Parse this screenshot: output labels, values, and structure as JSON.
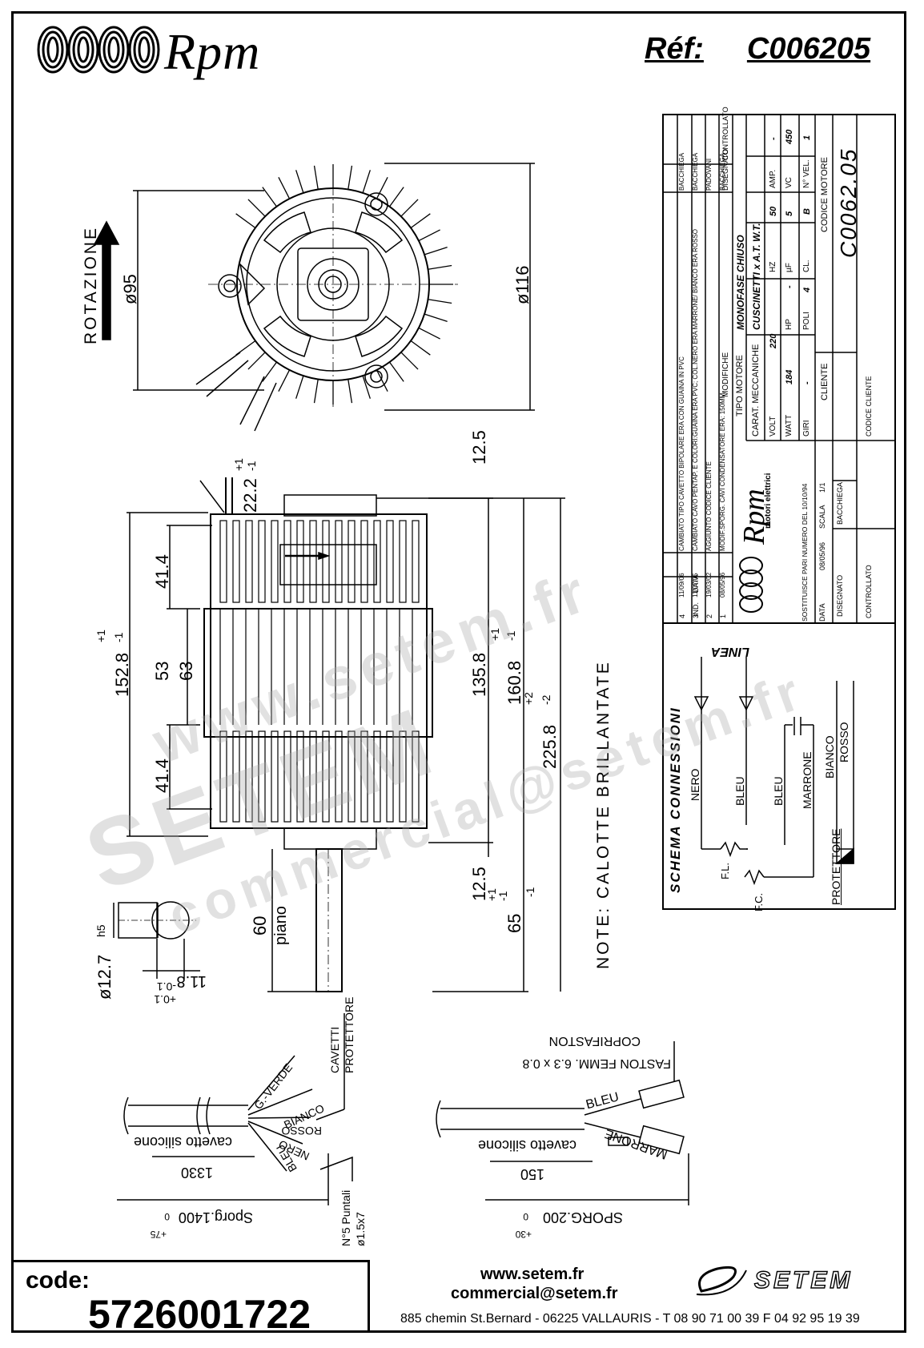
{
  "header": {
    "brand": "Rpm",
    "ref_label": "Réf:",
    "ref_value": "C006205"
  },
  "drawing": {
    "rotation_label": "ROTAZIONE",
    "dim_d95": "ø95",
    "dim_d116": "ø116",
    "dim_12_5_top": "12.5",
    "dim_22_2": "22.2",
    "tol_plus1": "+1",
    "tol_minus1": "-1",
    "dim_41_4_top": "41.4",
    "dim_41_4_bot": "41.4",
    "dim_53": "53",
    "dim_63": "63",
    "dim_152_8": "152.8",
    "dim_135_8": "135.8",
    "dim_160_8": "160.8",
    "dim_225_8": "225.8",
    "tol_plus2": "+2",
    "tol_minus2": "-2",
    "dim_12_5_bot": "12.5",
    "dim_65": "65",
    "dim_60": "60",
    "piano": "piano",
    "note": "NOTE: CALOTTE BRILLANTATE",
    "shaft_dia": "ø12.7",
    "shaft_h5": "h5",
    "shaft_flat": "11.8",
    "tol_minus01": "-0.1",
    "tol_plus01": "+0.1",
    "cable_left_label": "cavetto silicone",
    "cable_left_len": "1330",
    "cable_left_sporg": "Sporg.1400",
    "tol_plus75": "+75",
    "tol_zero": "0",
    "wire_gverde": "G.-VERDE",
    "wire_bianco": "BIANCO",
    "wire_rosso": "ROSSO",
    "wire_nero": "NERO",
    "wire_bleu": "BLEU",
    "cavetti_protettore_1": "CAVETTI",
    "cavetti_protettore_2": "PROTETTORE",
    "puntali_1": "N°5 Puntali",
    "puntali_2": "ø1.5x7",
    "cable_right_label": "cavetto silicone",
    "cable_right_len": "150",
    "cable_right_sporg": "SPORG.200",
    "tol_plus30": "+30",
    "copri_faston": "COPRIFASTON",
    "faston": "FASTON FEMM. 6.3 x 0.8",
    "wire_bleu_r": "BLEU",
    "wire_marrone_r": "MARRONE"
  },
  "schema": {
    "title": "SCHEMA CONNESSIONI",
    "linea": "LINEA",
    "nero": "NERO",
    "bleu1": "BLEU",
    "bleu2": "BLEU",
    "marrone": "MARRONE",
    "bianco": "BIANCO",
    "rosso": "ROSSO",
    "protettore": "PROTETTORE",
    "fl": "F.L.",
    "fc": "F.C."
  },
  "titleblock": {
    "revisions": [
      {
        "n": "4",
        "data": "11/09/06",
        "modifica": "CAMBIATO TIPO CAVETTO BIPOLARE ERA CON GUAINA IN PVC",
        "dis": "BACCHIEGA"
      },
      {
        "n": "3",
        "data": "11/07/05",
        "modifica": "CAMBIATO CAVO PENTAP. E COLORI:GUAINA ERA PVC; COL.NERO ERA MARRONE/ BIANCO ERA ROSSO",
        "dis": "BACCHIEGA"
      },
      {
        "n": "2",
        "data": "19/03/02",
        "modifica": "AGGIUNTO CODICE CLIENTE",
        "dis": "PADOVANI"
      },
      {
        "n": "1",
        "data": "08/05/96",
        "modifica": "MODIF.SPORG. CAVI CONDENSATORE ERA: 150MM",
        "dis": "BACCHIEGA"
      }
    ],
    "head_n": "IND.",
    "head_data": "DATA",
    "head_modifiche": "MODIFICHE",
    "head_disegnato": "DISEGNATO",
    "head_controllato": "CONTROLLATO",
    "brand": "Rpm",
    "brand_sub": "motori elettrici",
    "tipo_label": "TIPO MOTORE",
    "tipo_value": "MONOFASE CHIUSO",
    "carat_label": "CARAT. MECCANICHE",
    "carat_value": "CUSCINETTI x A.T. W.T.",
    "volt_l": "VOLT",
    "volt_v": "220",
    "hz_l": "HZ",
    "hz_v": "50",
    "amp_l": "AMP.",
    "amp_v": "-",
    "watt_l": "WATT",
    "watt_v": "184",
    "hp_l": "HP",
    "hp_v": "-",
    "uf_l": "µF",
    "uf_v": "5",
    "vc_l": "VC",
    "vc_v": "450",
    "giri_l": "GIRI",
    "giri_v": "-",
    "poli_l": "POLI",
    "poli_v": "4",
    "cl_l": "CL.",
    "cl_v": "B",
    "vel_l": "N° VEL.",
    "vel_v": "1",
    "cliente_l": "CLIENTE",
    "codice_motore_l": "CODICE MOTORE",
    "codice_motore_v": "C0062.05",
    "sostituisce": "SOSTITUISCE PARI NUMERO DEL 10/10/94",
    "data_l": "DATA",
    "data_v": "08/05/96",
    "scala_l": "SCALA",
    "scala_v": "1/1",
    "disegnato_l": "DISEGNATO",
    "disegnato_v": "BACCHIEGA",
    "controllato_l": "CONTROLLATO",
    "codice_cliente_l": "CODICE CLIENTE"
  },
  "watermark": {
    "line1": "www.setem.fr",
    "line2": "SETEM",
    "line3": "commercial@setem.fr"
  },
  "footer": {
    "code_label": "code:",
    "code_value": "5726001722",
    "website": "www.setem.fr",
    "email": "commercial@setem.fr",
    "address": "885 chemin St.Bernard  -  06225 VALLAURIS  -  T 08 90 71 00 39   F 04 92 95 19 39",
    "setem_brand": "SETEM"
  }
}
